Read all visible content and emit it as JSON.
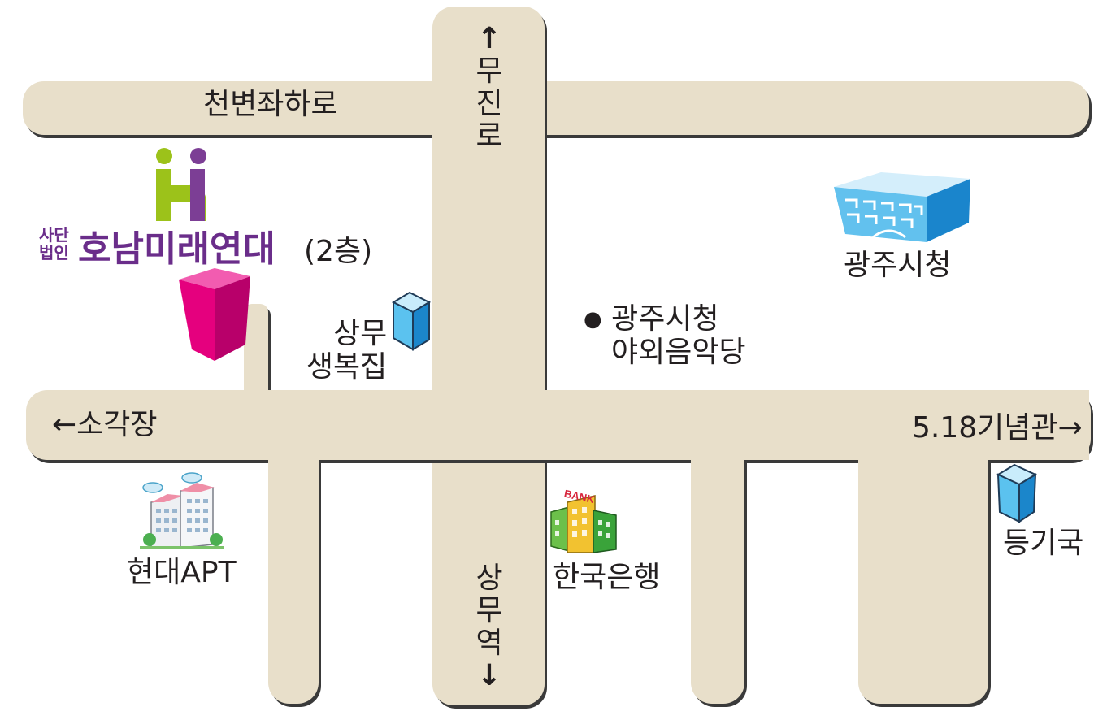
{
  "roads": {
    "top_road": "천변좌하로",
    "north_arrow": "↑",
    "north_road": [
      "무",
      "진",
      "로"
    ],
    "west_road": "←소각장",
    "east_road": "5.18기념관→",
    "south_station": [
      "상",
      "무",
      "역"
    ],
    "south_arrow": "↓"
  },
  "organization": {
    "prefix_line1": "사단",
    "prefix_line2": "법인",
    "name": "호남미래연대",
    "floor": "(2층)"
  },
  "landmarks": {
    "city_hall": "광주시청",
    "sangmu_line1": "상무",
    "sangmu_line2": "생복집",
    "bullet": "●",
    "amphitheater_line1": "광주시청",
    "amphitheater_line2": "야외음악당",
    "hyundai_apt": "현대APT",
    "bank": "한국은행",
    "bank_sign": "BANK",
    "registry": "등기국"
  },
  "colors": {
    "road": "#e8dfca",
    "road_shadow": "#3a3a3a",
    "logo_green": "#9cc21a",
    "logo_purple": "#7c3e95",
    "org_text": "#6a2d8a",
    "target_building": "#e5007e",
    "building_blue": "#2a90d6"
  }
}
